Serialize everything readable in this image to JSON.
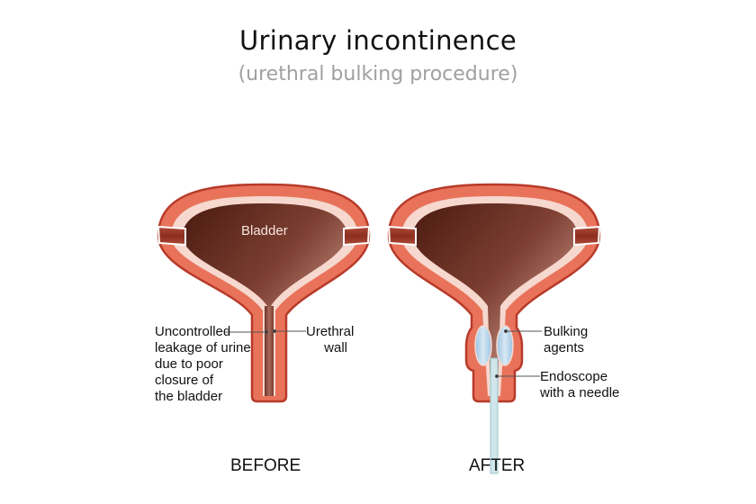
{
  "header": {
    "title": "Urinary incontinence",
    "subtitle": "(urethral bulking procedure)"
  },
  "before": {
    "caption": "BEFORE",
    "organ_label": "Bladder",
    "labels": {
      "leakage": [
        "Uncontrolled",
        "leakage of urine",
        "due to poor",
        "closure of",
        "the bladder"
      ],
      "urethral_wall": [
        "Urethral",
        "wall"
      ]
    }
  },
  "after": {
    "caption": "AFTER",
    "labels": {
      "bulking_agents": [
        "Bulking",
        "agents"
      ],
      "endoscope": [
        "Endoscope",
        "with a needle"
      ]
    }
  },
  "colors": {
    "muscle": "#e8735a",
    "muscle_outline": "#b83a2a",
    "lining": "#f6d8cf",
    "lumen_dark": "#5a2418",
    "lumen_light": "#d9aaa0",
    "bulking_agent": "#b9d6ec",
    "endoscope": "#cfe6ea",
    "leader_line": "#555555"
  }
}
